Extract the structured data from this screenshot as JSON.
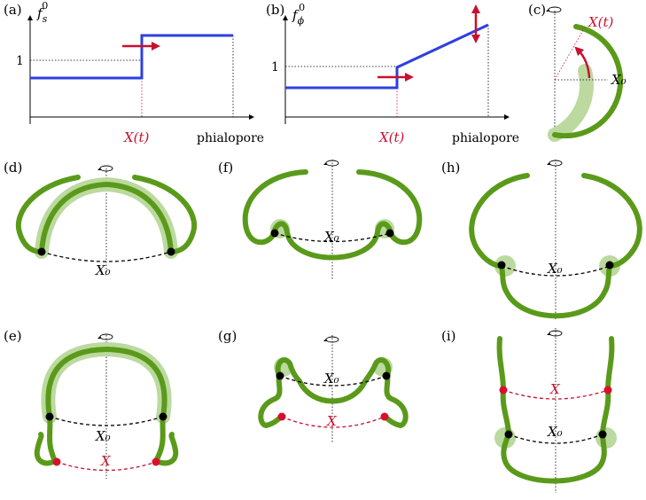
{
  "panels": {
    "a": {
      "label": "(a)",
      "ylabel_base": "f",
      "ylabel_sub": "s",
      "ylabel_sup": "0",
      "tick_1": "1",
      "x_marker": "X(t)",
      "x_end": "phialopore"
    },
    "b": {
      "label": "(b)",
      "ylabel_base": "f",
      "ylabel_sub": "ϕ",
      "ylabel_sup": "0",
      "tick_1": "1",
      "x_marker": "X(t)",
      "x_end": "phialopore"
    },
    "c": {
      "label": "(c)",
      "x_marker": "X(t)",
      "x0": "X₀"
    },
    "d": {
      "label": "(d)",
      "x0": "X₀"
    },
    "e": {
      "label": "(e)",
      "x0": "X₀",
      "x": "X"
    },
    "f": {
      "label": "(f)",
      "x0": "X₀"
    },
    "g": {
      "label": "(g)",
      "x0": "X₀",
      "x": "X"
    },
    "h": {
      "label": "(h)",
      "x0": "X₀"
    },
    "i": {
      "label": "(i)",
      "x0": "X₀",
      "x": "X"
    }
  },
  "colors": {
    "membrane": "#5a9a1a",
    "halo": "#bcd9a0",
    "curve": "#2d3fe0",
    "accent": "#c8102e"
  },
  "icons": [
    "rotation-arrow-icon",
    "right-arrow-icon",
    "double-arrow-icon",
    "curved-arrow-icon"
  ]
}
